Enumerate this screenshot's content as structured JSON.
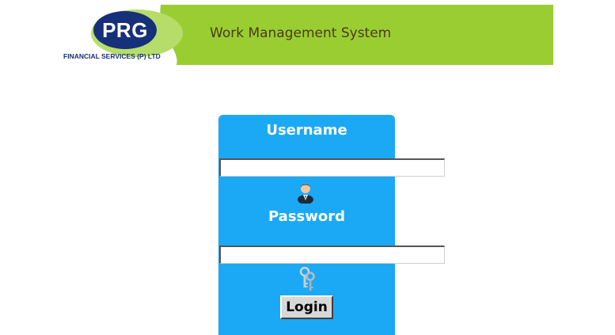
{
  "header": {
    "logo_text": "PRG",
    "logo_subtitle": "FINANCIAL SERVICES (P) LTD",
    "app_title": "Work Management System",
    "colors": {
      "banner_green": "#9acd32",
      "logo_blue": "#16307a"
    }
  },
  "login": {
    "username_label": "Username",
    "username_value": "",
    "password_label": "Password",
    "password_value": "",
    "button_label": "Login",
    "user_icon": "user-icon",
    "keys_icon": "keys-icon",
    "panel_color": "#1ba9f5"
  }
}
